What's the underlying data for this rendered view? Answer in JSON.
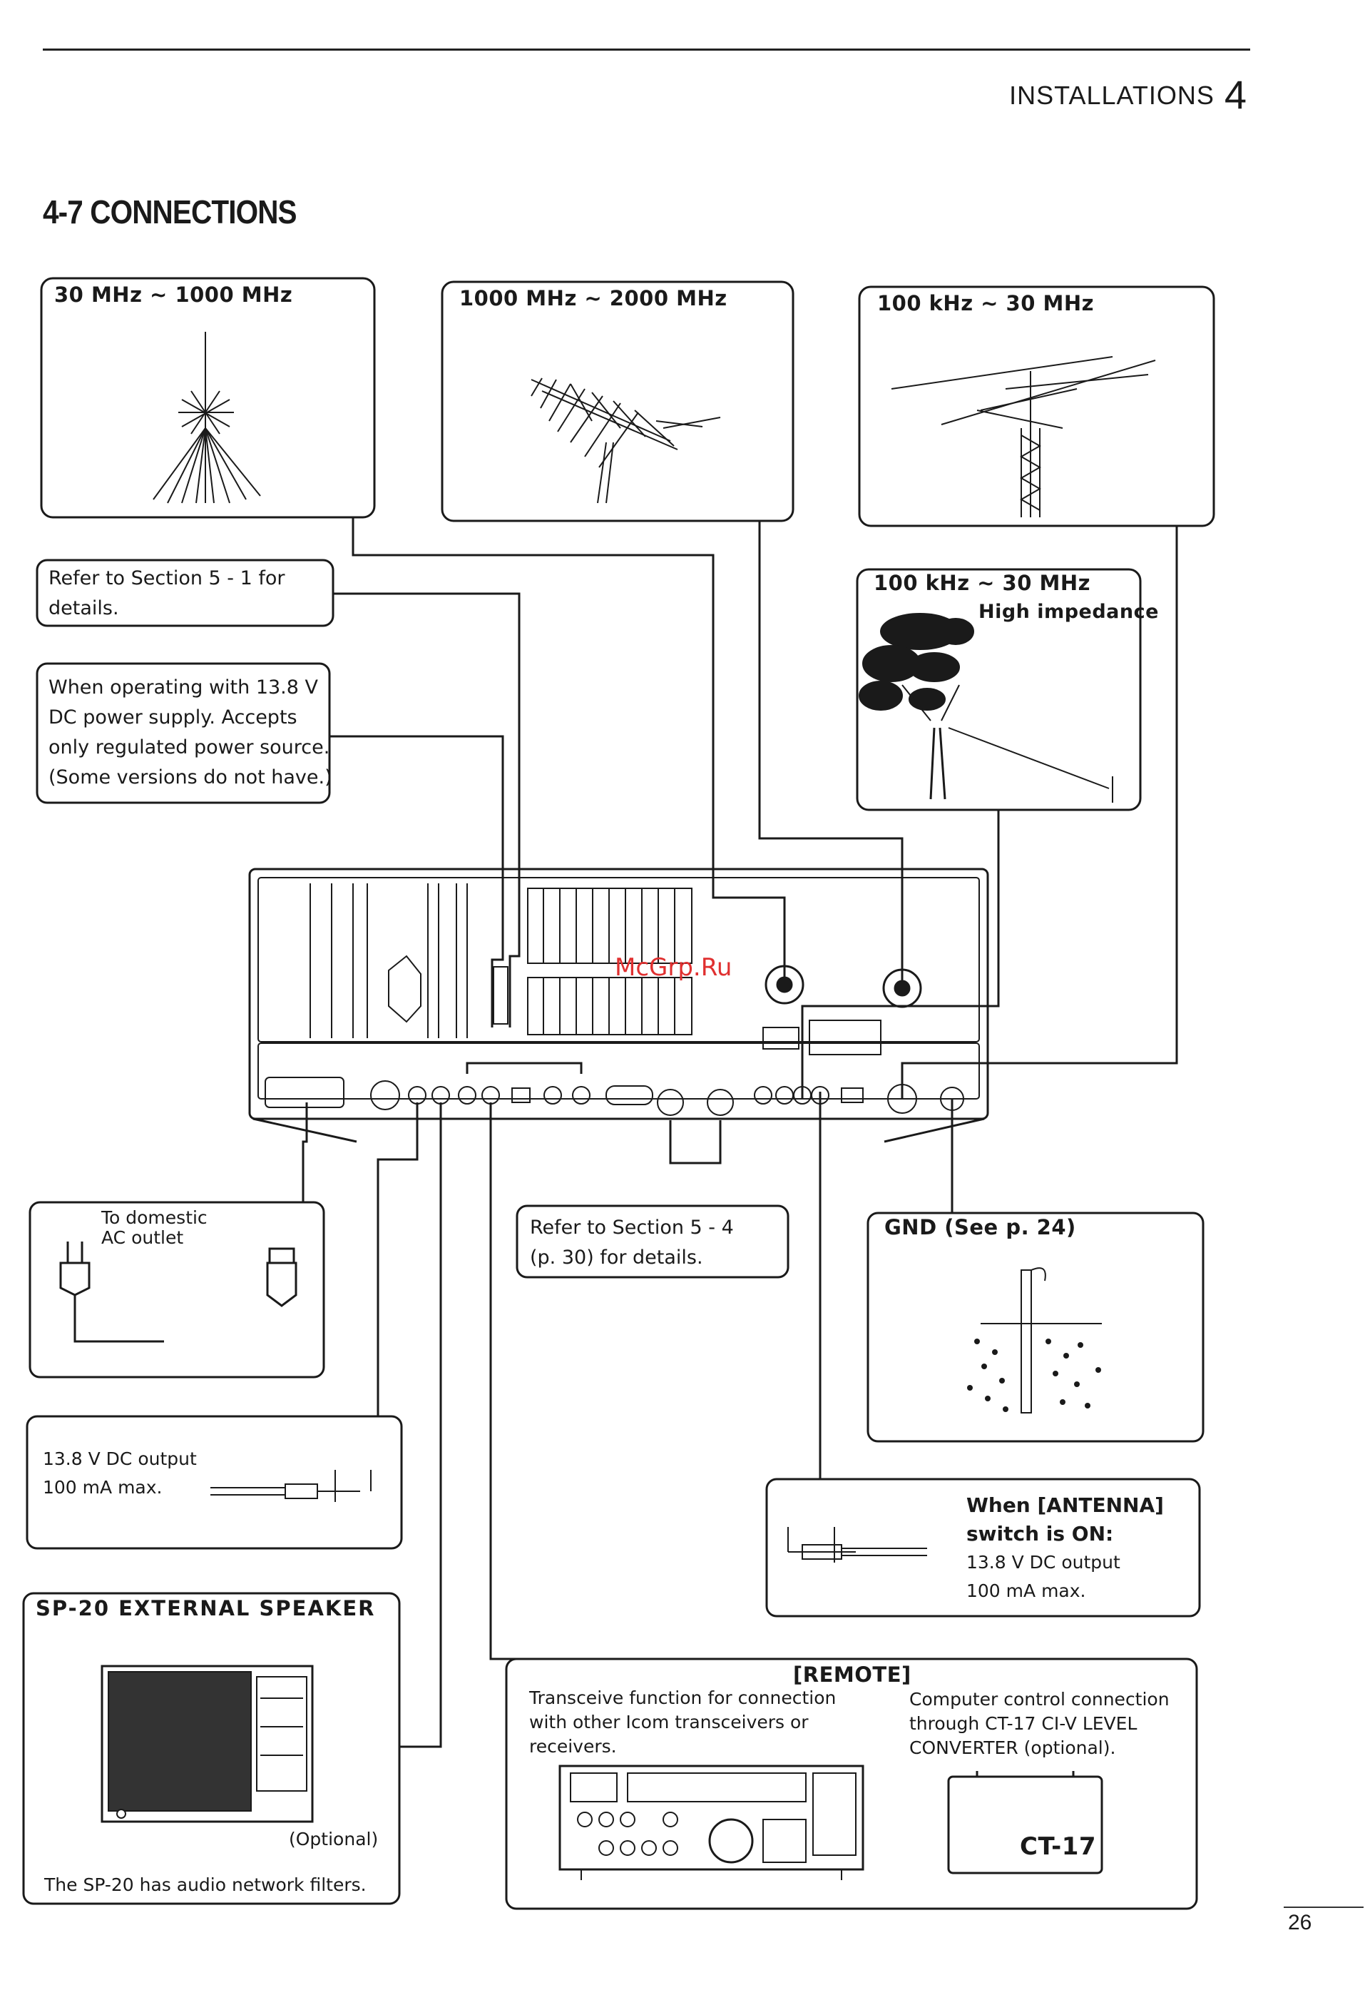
{
  "header": {
    "chapter_title": "INSTALLATIONS",
    "chapter_number": "4"
  },
  "section_title": "4-7 CONNECTIONS",
  "antennas": {
    "discone": {
      "label": "30 MHz ~ 1000 MHz"
    },
    "log_periodic": {
      "label": "1000 MHz ~ 2000 MHz"
    },
    "yagi": {
      "label": "100 kHz ~ 30 MHz"
    },
    "longwire": {
      "label": "100 kHz ~ 30 MHz",
      "sublabel": "High impedance"
    }
  },
  "notes": {
    "refer_5_1": [
      "Refer  to  Section  5 - 1  for",
      "details."
    ],
    "dc_supply": [
      "When operating with 13.8 V",
      "DC power supply.  Accepts",
      "only regulated power source.",
      "(Some versions do not have.)"
    ],
    "refer_5_4": [
      "Refer  to  Section  5 - 4",
      "(p. 30) for details."
    ],
    "ac_outlet": [
      "To domestic",
      "AC outlet"
    ],
    "dc_output": [
      "13.8 V DC output",
      "100 mA max."
    ],
    "antenna_switch": [
      "When [ANTENNA]",
      "switch is ON:",
      "13.8 V DC output",
      "100 mA max."
    ]
  },
  "gnd": {
    "label": "GND  (See p. 24)"
  },
  "speaker": {
    "title": "SP-20  EXTERNAL  SPEAKER",
    "optional": "(Optional)",
    "caption": "The SP-20 has audio network filters."
  },
  "remote": {
    "title": "[REMOTE]",
    "left_text": [
      "Transceive  function  for  connection",
      "with    other    Icom    transceivers    or",
      "receivers."
    ],
    "right_text": [
      "Computer  control  connection",
      "through   CT-17  CI-V  LEVEL",
      "CONVERTER  (optional)."
    ],
    "converter_label": "CT-17"
  },
  "watermark": "McGrp.Ru",
  "page_number": "26",
  "colors": {
    "ink": "#1a1a1a",
    "watermark": "#e03030"
  }
}
